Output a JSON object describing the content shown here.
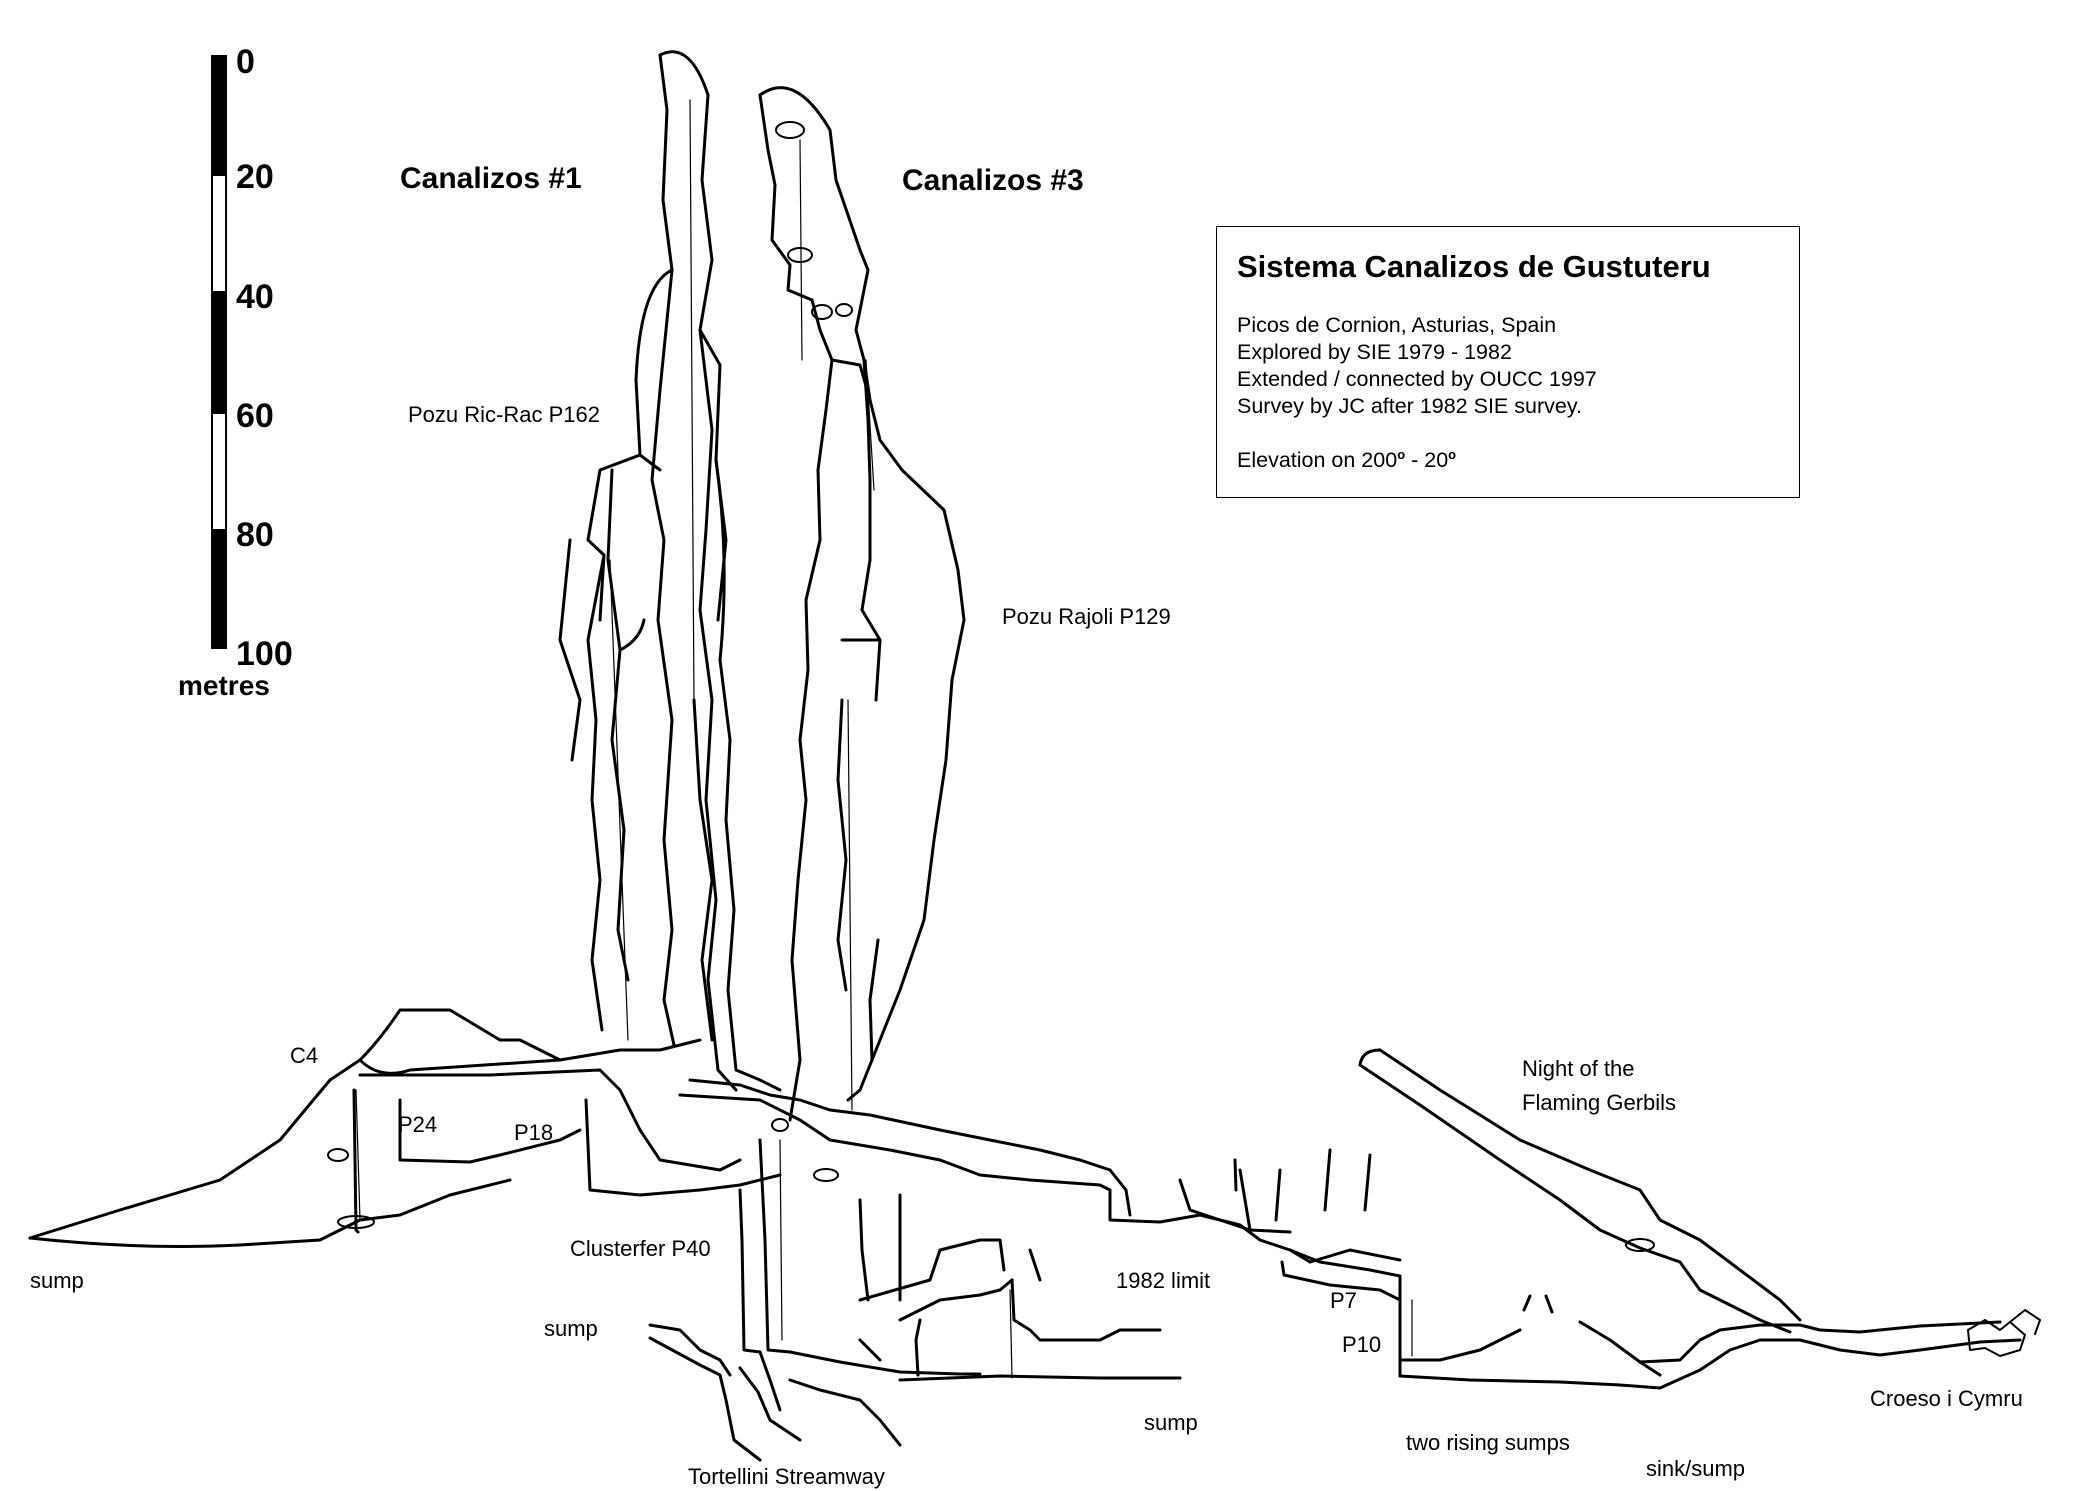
{
  "scale": {
    "ticks": [
      "0",
      "20",
      "40",
      "60",
      "80",
      "100"
    ],
    "unit": "metres",
    "segments": [
      "black",
      "white",
      "black",
      "white",
      "black"
    ]
  },
  "info_box": {
    "title": "Sistema Canalizos de Gustuteru",
    "lines": [
      "Picos de Cornion, Asturias, Spain",
      "Explored by SIE 1979 - 1982",
      "Extended / connected by OUCC 1997",
      "Survey by JC after 1982 SIE survey."
    ],
    "elevation_prefix": "Elevation on 200",
    "elevation_middle": " - 20",
    "degree_mark": "o"
  },
  "labels": {
    "canalizos1": "Canalizos #1",
    "canalizos3": "Canalizos #3",
    "ric_rac": "Pozu Ric-Rac P162",
    "rajoli": "Pozu Rajoli P129",
    "c4": "C4",
    "p24": "P24",
    "p18": "P18",
    "sump_left": "sump",
    "clusterfer": "Clusterfer P40",
    "sump_mid": "sump",
    "tortellini": "Tortellini Streamway",
    "limit_1982": "1982 limit",
    "sump_right": "sump",
    "p7": "P7",
    "p10": "P10",
    "night_line1": "Night of the",
    "night_line2": "Flaming Gerbils",
    "rising_sumps": "two rising sumps",
    "sink_sump": "sink/sump",
    "croeso": "Croeso i Cymru"
  },
  "colors": {
    "ink": "#000000",
    "paper": "#ffffff"
  }
}
